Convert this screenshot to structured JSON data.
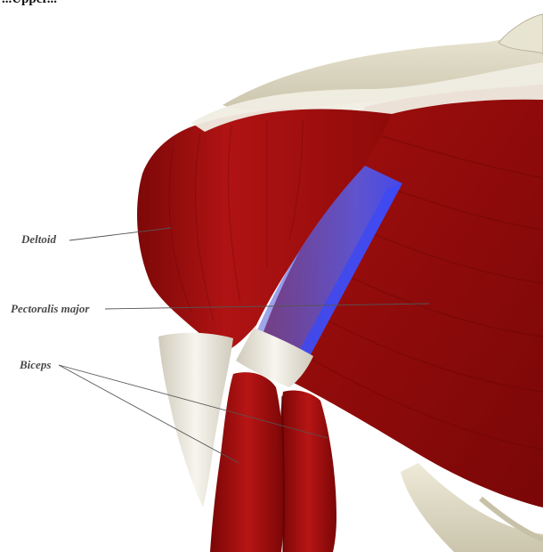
{
  "heading": "...Upper...",
  "labels": {
    "deltoid": "Deltoid",
    "pectoralis": "Pectoralis major",
    "biceps": "Biceps"
  },
  "colors": {
    "muscle": "#a30f0f",
    "muscle_dark": "#6e0606",
    "tendon": "#ece8dc",
    "bone": "#ddd8c4",
    "highlight": "#4d5cf0",
    "leader_line": "#555555",
    "label_text": "#4a4a4a"
  }
}
